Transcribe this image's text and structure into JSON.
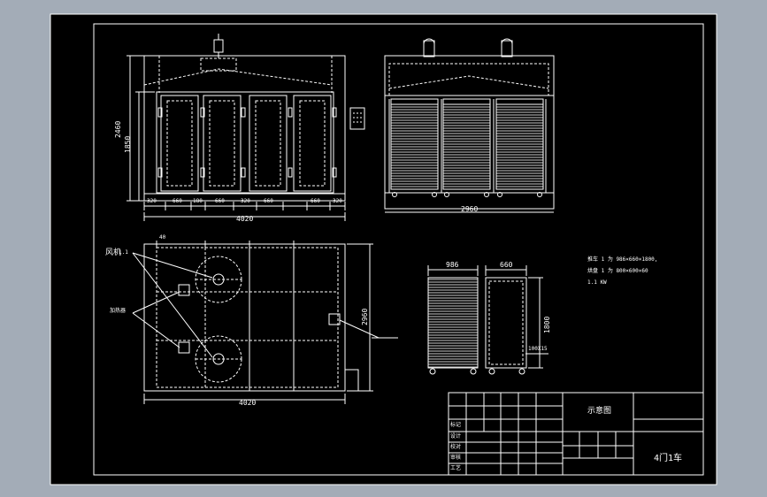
{
  "colors": {
    "background": "#a3acb7",
    "paper": "#000000",
    "line": "#ffffff"
  },
  "front_view": {
    "dim_height_total": "2460",
    "dim_height_door": "1850",
    "bottom_dims": [
      "320",
      "660",
      "180",
      "660",
      "320",
      "660",
      "660",
      "320"
    ],
    "dim_total_width": "4020"
  },
  "side_view": {
    "dim_width": "2960"
  },
  "plan_view": {
    "label_fan": "风机",
    "label_fan_detail": "1.1",
    "label_heater": "加热器",
    "dim_depth": "2960",
    "dim_width": "4020",
    "dim_small": "40"
  },
  "cart_view": {
    "dim_cart_width": "986",
    "dim_rack_width": "660",
    "dim_height": "1800",
    "dim_tray": "100X15"
  },
  "notes": [
    "推车 1 为 986×660×1800,",
    "烘盘 1 为 800×600×60",
    "1.1 KW"
  ],
  "title_block": {
    "drawing_title": "示意图",
    "name": "4门1车",
    "rows": [
      "标记",
      "设计",
      "校对",
      "审核",
      "工艺"
    ]
  }
}
